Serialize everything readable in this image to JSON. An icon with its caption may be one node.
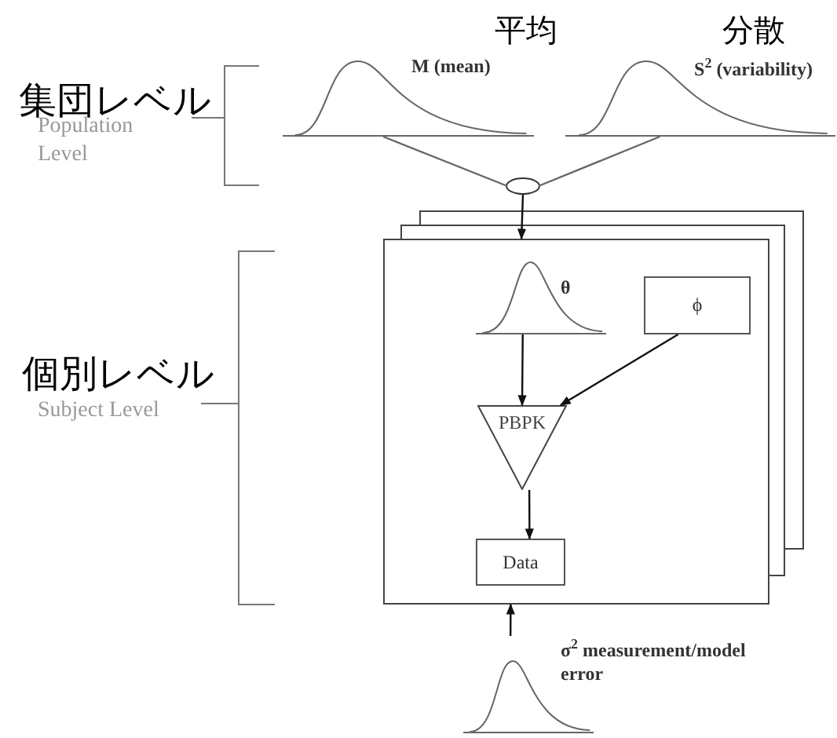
{
  "diagram": {
    "nodes": [
      {
        "text": [
          "M (mean)"
        ],
        "beside": [
          "平均"
        ]
      },
      {
        "text": [
          "S$^{2}$ (variability)"
        ],
        "beside": [
          "分散"
        ]
      },
      {
        "text": [],
        "shape": "ellipse"
      },
      {
        "text": [],
        "shape": "box"
      },
      {
        "text": [
          "θ"
        ],
        "in": 3
      },
      {
        "text": [
          "ϕ"
        ],
        "in": 3
      },
      {
        "text": [
          "PBPK"
        ],
        "in": 3
      },
      {
        "text": [
          "Data"
        ],
        "in": 3
      },
      {
        "text": [
          "σ$^{2}$ measurement/model error"
        ]
      }
    ],
    "edges": [
      {
        "from": 0,
        "to": 2,
        "arrow": "none",
        "color": "#666666"
      },
      {
        "from": 1,
        "to": 2,
        "arrow": "none",
        "color": "#666666"
      },
      {
        "from": 2,
        "to": 3,
        "arrow": "to"
      },
      {
        "from": 4,
        "to": 6,
        "arrow": "to"
      },
      {
        "from": 5,
        "to": 6,
        "arrow": "to"
      },
      {
        "from": 6,
        "to": 7,
        "arrow": "to"
      },
      {
        "from": 8,
        "to": 3,
        "arrow": "to"
      }
    ],
    "labels": [
      "集団レベル",
      "Population Level",
      "個別レベル",
      "Subject Level"
    ]
  }
}
